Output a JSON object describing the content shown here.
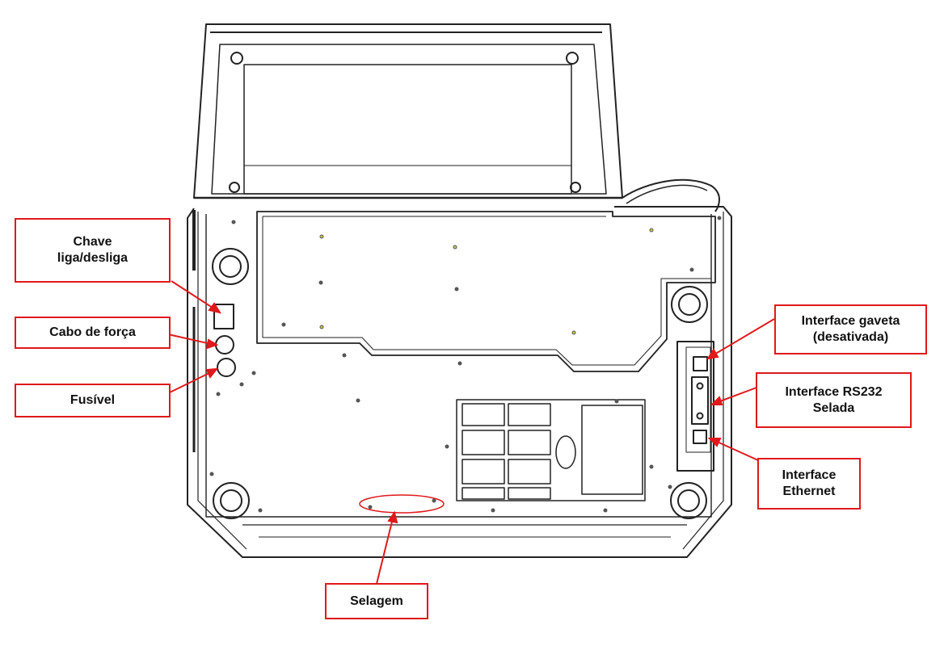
{
  "diagram": {
    "colors": {
      "callout_border": "#e0191b",
      "leader_line": "#e0191b",
      "device_outline": "#222222",
      "accent_dots": "#c8c83c"
    },
    "callouts": {
      "power_switch": {
        "line1": "Chave",
        "line2": "liga/desliga"
      },
      "power_cable": {
        "line1": "Cabo de força"
      },
      "fuse": {
        "line1": "Fusível"
      },
      "drawer_interface": {
        "line1": "Interface gaveta",
        "line2": "(desativada)"
      },
      "rs232_interface": {
        "line1": "Interface RS232",
        "line2": "Selada"
      },
      "ethernet_interface": {
        "line1": "Interface",
        "line2": "Ethernet"
      },
      "seal": {
        "line1": "Selagem"
      }
    }
  }
}
